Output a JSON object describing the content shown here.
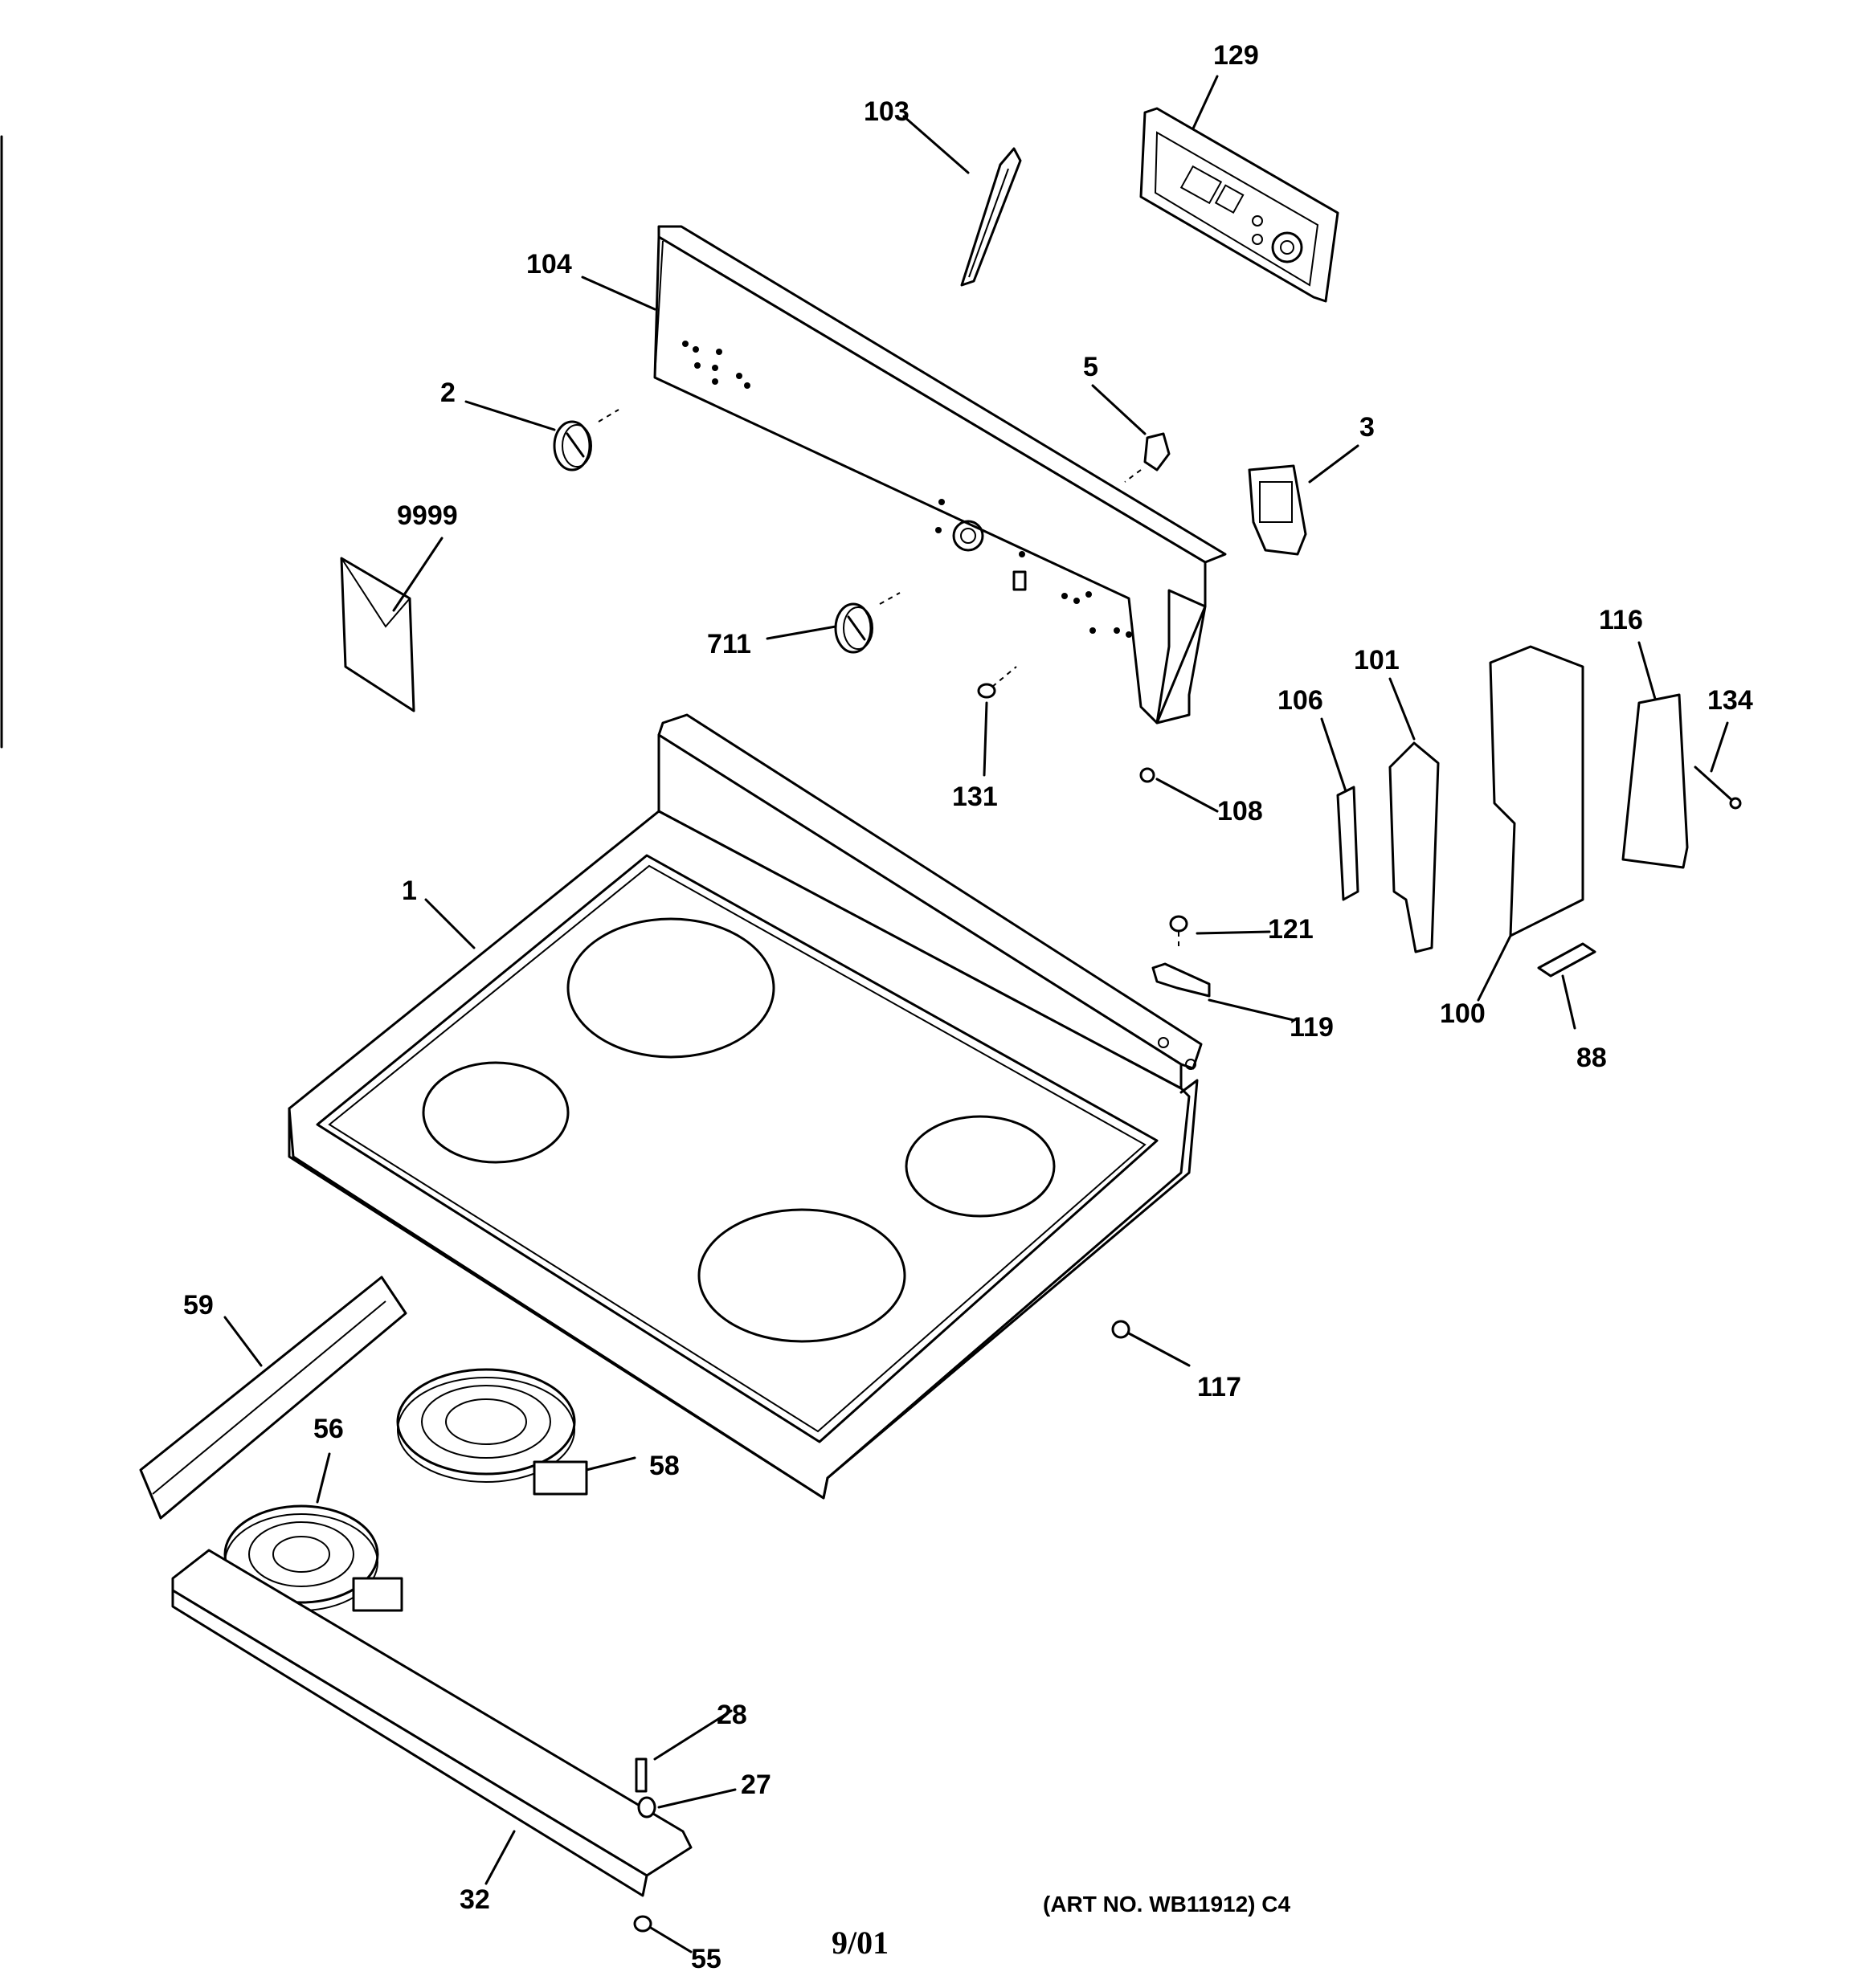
{
  "callouts": {
    "p1": "1",
    "p2": "2",
    "p3": "3",
    "p5": "5",
    "p27": "27",
    "p28": "28",
    "p32": "32",
    "p55": "55",
    "p56": "56",
    "p58": "58",
    "p59": "59",
    "p88": "88",
    "p100": "100",
    "p101": "101",
    "p103": "103",
    "p104": "104",
    "p106": "106",
    "p108": "108",
    "p116": "116",
    "p117": "117",
    "p119": "119",
    "p121": "121",
    "p129": "129",
    "p131": "131",
    "p134": "134",
    "p711": "711",
    "p9999": "9999"
  },
  "footer": {
    "art_number": "(ART NO. WB11912) C4",
    "date": "9/01"
  }
}
